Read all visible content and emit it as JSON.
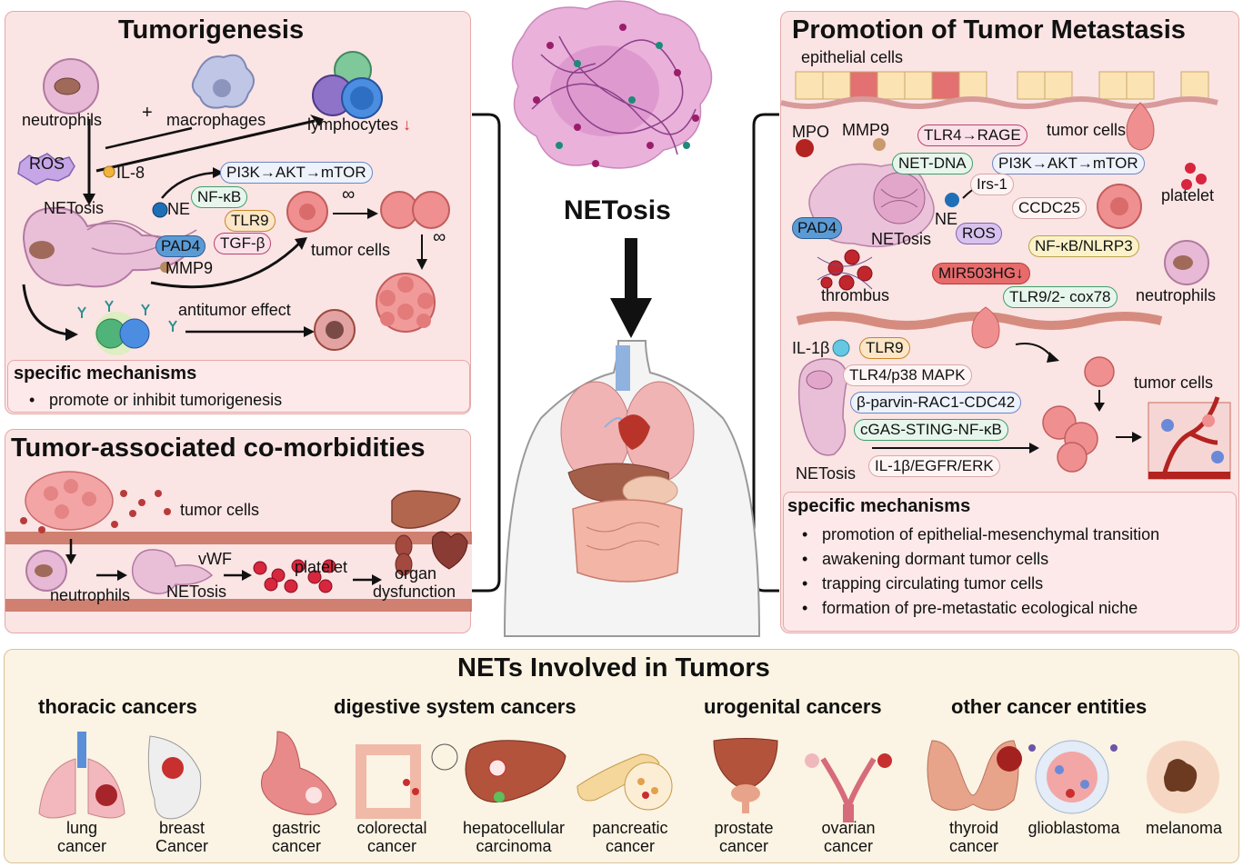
{
  "center": {
    "netosis_label": "NETosis"
  },
  "tumorigenesis": {
    "title": "Tumorigenesis",
    "neutrophils": "neutrophils",
    "plus": "+",
    "macrophages": "macrophages",
    "lymphocytes": "lymphocytes",
    "down_arrow": "↓",
    "ros": "ROS",
    "il8": "IL-8",
    "netosis": "NETosis",
    "ne": "NE",
    "pi3k": "PI3K→AKT→mTOR",
    "nfkb": "NF-κB",
    "tlr9": "TLR9",
    "pad4": "PAD4",
    "tgfb": "TGF-β",
    "mmp9": "MMP9",
    "tumor_cells": "tumor cells",
    "infinity_1": "∞",
    "infinity_2": "∞",
    "antitumor": "antitumor effect",
    "mech_title": "specific mechanisms",
    "mech_items": [
      "promote or inhibit tumorigenesis"
    ]
  },
  "comorbidities": {
    "title": "Tumor-associated co-morbidities",
    "tumor_cells": "tumor cells",
    "neutrophils": "neutrophils",
    "vwf": "vWF",
    "netosis": "NETosis",
    "platelet": "platelet",
    "organ": "organ",
    "dysfunction": "dysfunction"
  },
  "metastasis": {
    "title": "Promotion of Tumor Metastasis",
    "epithelial": "epithelial cells",
    "mpo": "MPO",
    "mmp9": "MMP9",
    "tlr4_rage": "TLR4→RAGE",
    "tumor_cells_top": "tumor cells",
    "net_dna": "NET-DNA",
    "pi3k": "PI3K→AKT→mTOR",
    "irs1": "Irs-1",
    "platelet": "platelet",
    "ccdc25": "CCDC25",
    "pad4": "PAD4",
    "ne": "NE",
    "netosis_mid": "NETosis",
    "ros": "ROS",
    "nfkb_nlrp3": "NF-κB/NLRP3",
    "mir": "MIR503HG↓",
    "thrombus": "thrombus",
    "tlr9_cox": "TLR9/2- cox78",
    "neutrophils": "neutrophils",
    "il1b": "IL-1β",
    "tlr9": "TLR9",
    "tlr4_p38": "TLR4/p38 MAPK",
    "parvin": "β-parvin-RAC1-CDC42",
    "cgas": "cGAS-STING-NF-κB",
    "il1b_egfr": "IL-1β/EGFR/ERK",
    "netosis_bottom": "NETosis",
    "tumor_cells_bottom": "tumor cells",
    "mech_title": "specific mechanisms",
    "mech_items": [
      "promotion of epithelial-mesenchymal transition",
      "awakening dormant tumor cells",
      "trapping circulating tumor cells",
      "formation of pre-metastatic ecological niche"
    ]
  },
  "bottom": {
    "title": "NETs Involved in Tumors",
    "categories": [
      "thoracic cancers",
      "digestive system cancers",
      "urogenital cancers",
      "other cancer entities"
    ],
    "cancers": [
      {
        "l1": "lung",
        "l2": "cancer"
      },
      {
        "l1": "breast",
        "l2": "Cancer"
      },
      {
        "l1": "gastric",
        "l2": "cancer"
      },
      {
        "l1": "colorectal",
        "l2": "cancer"
      },
      {
        "l1": "hepatocellular",
        "l2": "carcinoma"
      },
      {
        "l1": "pancreatic",
        "l2": "cancer"
      },
      {
        "l1": "prostate",
        "l2": "cancer"
      },
      {
        "l1": "ovarian",
        "l2": "cancer"
      },
      {
        "l1": "thyroid",
        "l2": "cancer"
      },
      {
        "l1": "glioblastoma",
        "l2": ""
      },
      {
        "l1": "melanoma",
        "l2": ""
      }
    ]
  },
  "colors": {
    "panel_bg": "#fbe4e4",
    "panel_border": "#e5a9a9",
    "bottom_bg": "#fbf3e3",
    "accent_red": "#d9342b"
  }
}
